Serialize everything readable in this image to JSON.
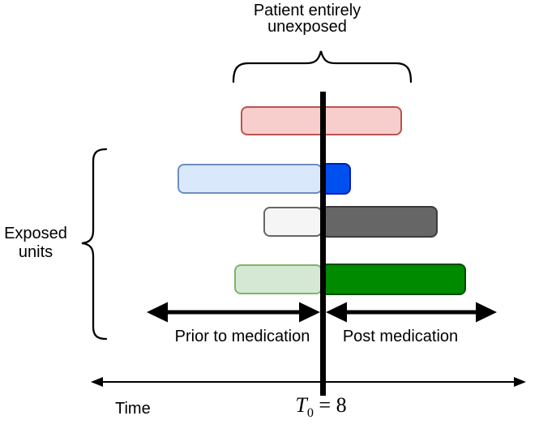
{
  "labels": {
    "title_line1": "Patient entirely",
    "title_line2": "unexposed",
    "exposed_line1": "Exposed",
    "exposed_line2": "units",
    "prior_period": "Prior to medication",
    "post_period": "Post medication",
    "time_axis": "Time",
    "t0_var": "T",
    "t0_sub": "0",
    "t0_rest": " = 8"
  },
  "bars": [
    {
      "name": "patient-entirely-unexposed",
      "prior_fill": "#f8cecc",
      "post_fill": "#f8cecc"
    },
    {
      "name": "exposed-unit-1",
      "prior_fill": "#dae8fc",
      "post_fill": "#0050ef"
    },
    {
      "name": "exposed-unit-2",
      "prior_fill": "#f5f5f5",
      "post_fill": "#666666"
    },
    {
      "name": "exposed-unit-3",
      "prior_fill": "#d5e8d4",
      "post_fill": "#008a00"
    }
  ],
  "colors": {
    "ink": "#000000",
    "pink-fill": "#f8cecc",
    "pink-stroke": "#b85450",
    "lightblue-fill": "#dae8fc",
    "lightblue-stroke": "#6c8ebf",
    "blue-fill": "#0050ef",
    "blue-stroke": "#001dbc",
    "lightgray-fill": "#f5f5f5",
    "lightgray-stroke": "#666666",
    "darkgray-fill": "#666666",
    "darkgray-stroke": "#3c3c3c",
    "lightgreen-fill": "#d5e8d4",
    "lightgreen-stroke": "#82b366",
    "green-fill": "#008a00",
    "green-stroke": "#004d00"
  }
}
